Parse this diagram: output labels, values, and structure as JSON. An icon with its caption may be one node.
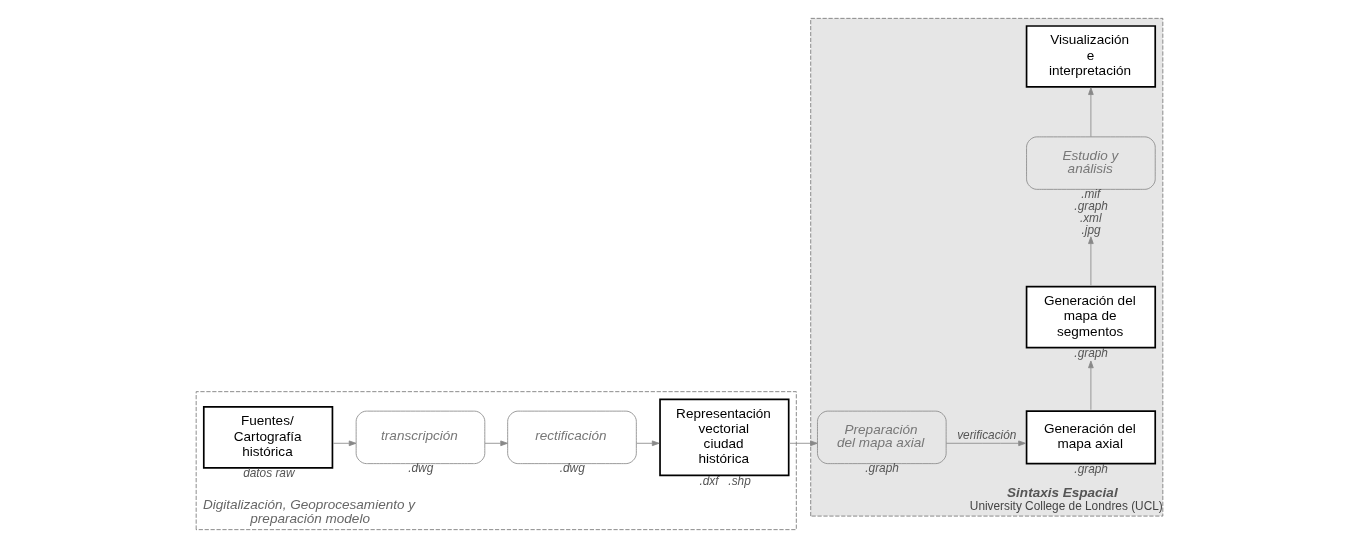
{
  "diagram": {
    "nodes": [
      {
        "text": [
          "Digitalización, Geoprocesamiento y preparación modelo"
        ]
      },
      {
        "text": [
          "Fuentes/ Cartografía histórica"
        ],
        "beside": [
          "datos raw"
        ],
        "in": 0
      },
      {
        "text": [
          "transcripción"
        ],
        "beside": [
          ".dwg"
        ],
        "in": 0
      },
      {
        "text": [
          "rectificación"
        ],
        "beside": [
          ".dwg"
        ],
        "in": 0
      },
      {
        "text": [
          "Representación vectorial ciudad histórica"
        ],
        "beside": [
          ".dxf",
          ".shp"
        ],
        "in": 0
      },
      {
        "text": [
          "Sintaxis Espacial",
          "University College de Londres (UCL)"
        ]
      },
      {
        "text": [
          "Preparación del mapa axial"
        ],
        "beside": [
          ".graph"
        ],
        "in": 5
      },
      {
        "text": [
          "Generación del mapa axial"
        ],
        "beside": [
          ".graph"
        ],
        "in": 5
      },
      {
        "text": [
          "Generación del mapa de segmentos"
        ],
        "beside": [
          ".graph"
        ],
        "in": 5
      },
      {
        "text": [
          "Estudio y análisis"
        ],
        "beside": [
          ".mif",
          ".graph",
          ".xml",
          ".jpg"
        ],
        "in": 5
      },
      {
        "text": [
          "Visualización e interpretación"
        ],
        "in": 5
      }
    ],
    "edges": [
      {
        "from": 1,
        "to": 2,
        "arrow": "to"
      },
      {
        "from": 2,
        "to": 3,
        "arrow": "to"
      },
      {
        "from": 3,
        "to": 4,
        "arrow": "to"
      },
      {
        "from": 4,
        "to": 6,
        "arrow": "to"
      },
      {
        "from": 6,
        "to": 7,
        "arrow": "to",
        "label": "verificación"
      },
      {
        "from": 7,
        "to": 8,
        "arrow": "to"
      },
      {
        "from": 8,
        "to": 9,
        "arrow": "to"
      },
      {
        "from": 9,
        "to": 10,
        "arrow": "to"
      }
    ]
  }
}
